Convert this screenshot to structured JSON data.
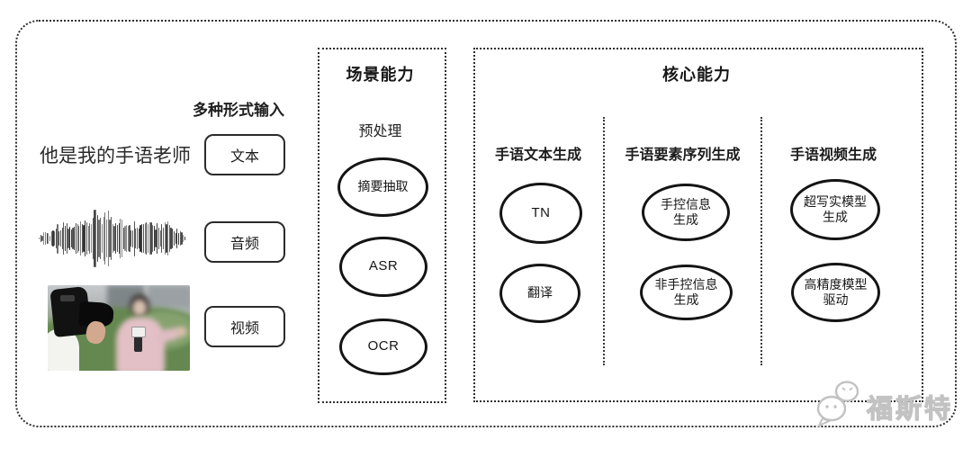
{
  "input_section": {
    "label": "多种形式输入",
    "sample_text": "他是我的手语老师",
    "text_button": "文本",
    "audio_button": "音频",
    "video_button": "视频",
    "waveform_icon": "audio-waveform",
    "photo_icon": "reporter-filming-photo"
  },
  "scene_section": {
    "title": "场景能力",
    "subtitle": "预处理",
    "nodes": [
      "摘要抽取",
      "ASR",
      "OCR"
    ]
  },
  "core_section": {
    "title": "核心能力",
    "columns": [
      {
        "header": "手语文本生成",
        "nodes": [
          "TN",
          "翻译"
        ]
      },
      {
        "header": "手语要素序列生成",
        "nodes": [
          "手控信息\n生成",
          "非手控信息\n生成"
        ]
      },
      {
        "header": "手语视频生成",
        "nodes": [
          "超写实模型\n生成",
          "高精度模型\n驱动"
        ]
      }
    ]
  },
  "watermark": {
    "text": "福斯特",
    "icon": "wechat-icon",
    "color": "#c2c2c2"
  },
  "colors": {
    "background": "#ffffff",
    "frame": "#2e2e2e",
    "node_border": "#141414",
    "text": "#1f1f1f"
  }
}
